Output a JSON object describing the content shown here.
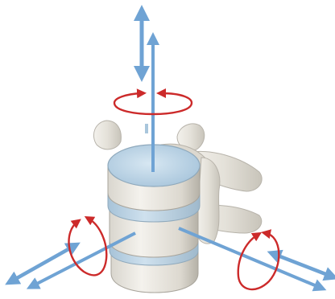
{
  "figure": {
    "subject": "vertebral-motion-segment",
    "axes": [
      {
        "id": "vertical-axis",
        "direction": "vertical"
      },
      {
        "id": "transverse-axis",
        "direction": "left-front-diagonal"
      },
      {
        "id": "sagittal-axis",
        "direction": "right-front-diagonal"
      }
    ],
    "colors": {
      "axis_arrow": "#6fa3d4",
      "rotation_arrow": "#cc2a2a",
      "bone": "#e6e3dc",
      "bone_shadow": "#b9b5ac",
      "endplate": "#c4dbea",
      "disc": "#b8d0e0",
      "background": "#ffffff"
    }
  }
}
